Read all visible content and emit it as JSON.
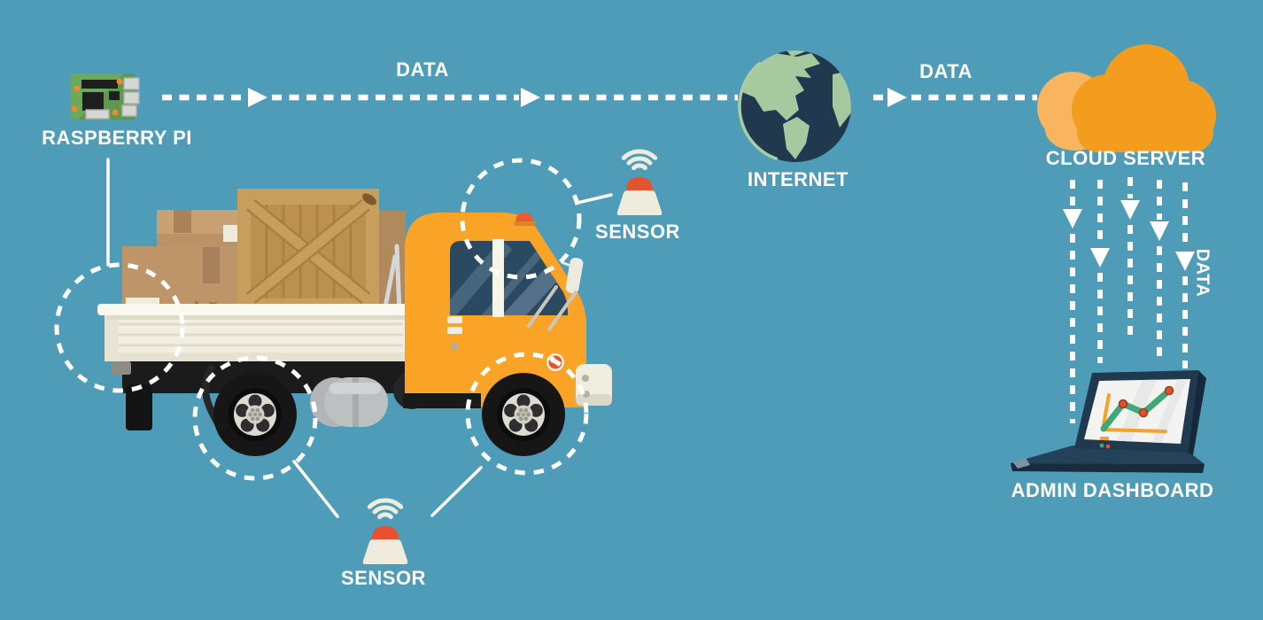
{
  "labels": {
    "raspberry_pi": "RASPBERRY PI",
    "internet": "INTERNET",
    "cloud_server": "CLOUD SERVER",
    "admin_dashboard": "ADMIN DASHBOARD",
    "sensor_top": "SENSOR",
    "sensor_bottom": "SENSOR",
    "data_flow_pi_to_internet": "DATA",
    "data_flow_internet_to_cloud": "DATA",
    "data_flow_cloud_to_dashboard": "DATA"
  },
  "icons": [
    "raspberry-pi-board",
    "delivery-truck",
    "wireless-sensor",
    "internet-globe",
    "cloud-server",
    "laptop-dashboard",
    "dashed-data-arrow",
    "sensor-highlight-circle"
  ],
  "colors": {
    "background": "#4E9CB8",
    "white": "#FFFFFF",
    "truck_orange": "#F9A426",
    "cloud_orange": "#F49C1E",
    "cloud_orange_light": "#F8B45E",
    "navy": "#20394F",
    "land_green": "#A7C9A0",
    "board_green": "#6CA95B",
    "sensor_red": "#E8512E",
    "cream": "#EFEBDD",
    "box_tan": "#BD9569",
    "crate_tan": "#C89E5F",
    "chart_green": "#3FA876",
    "chart_orange": "#F5A12B",
    "chart_dot_red": "#E0512F"
  }
}
